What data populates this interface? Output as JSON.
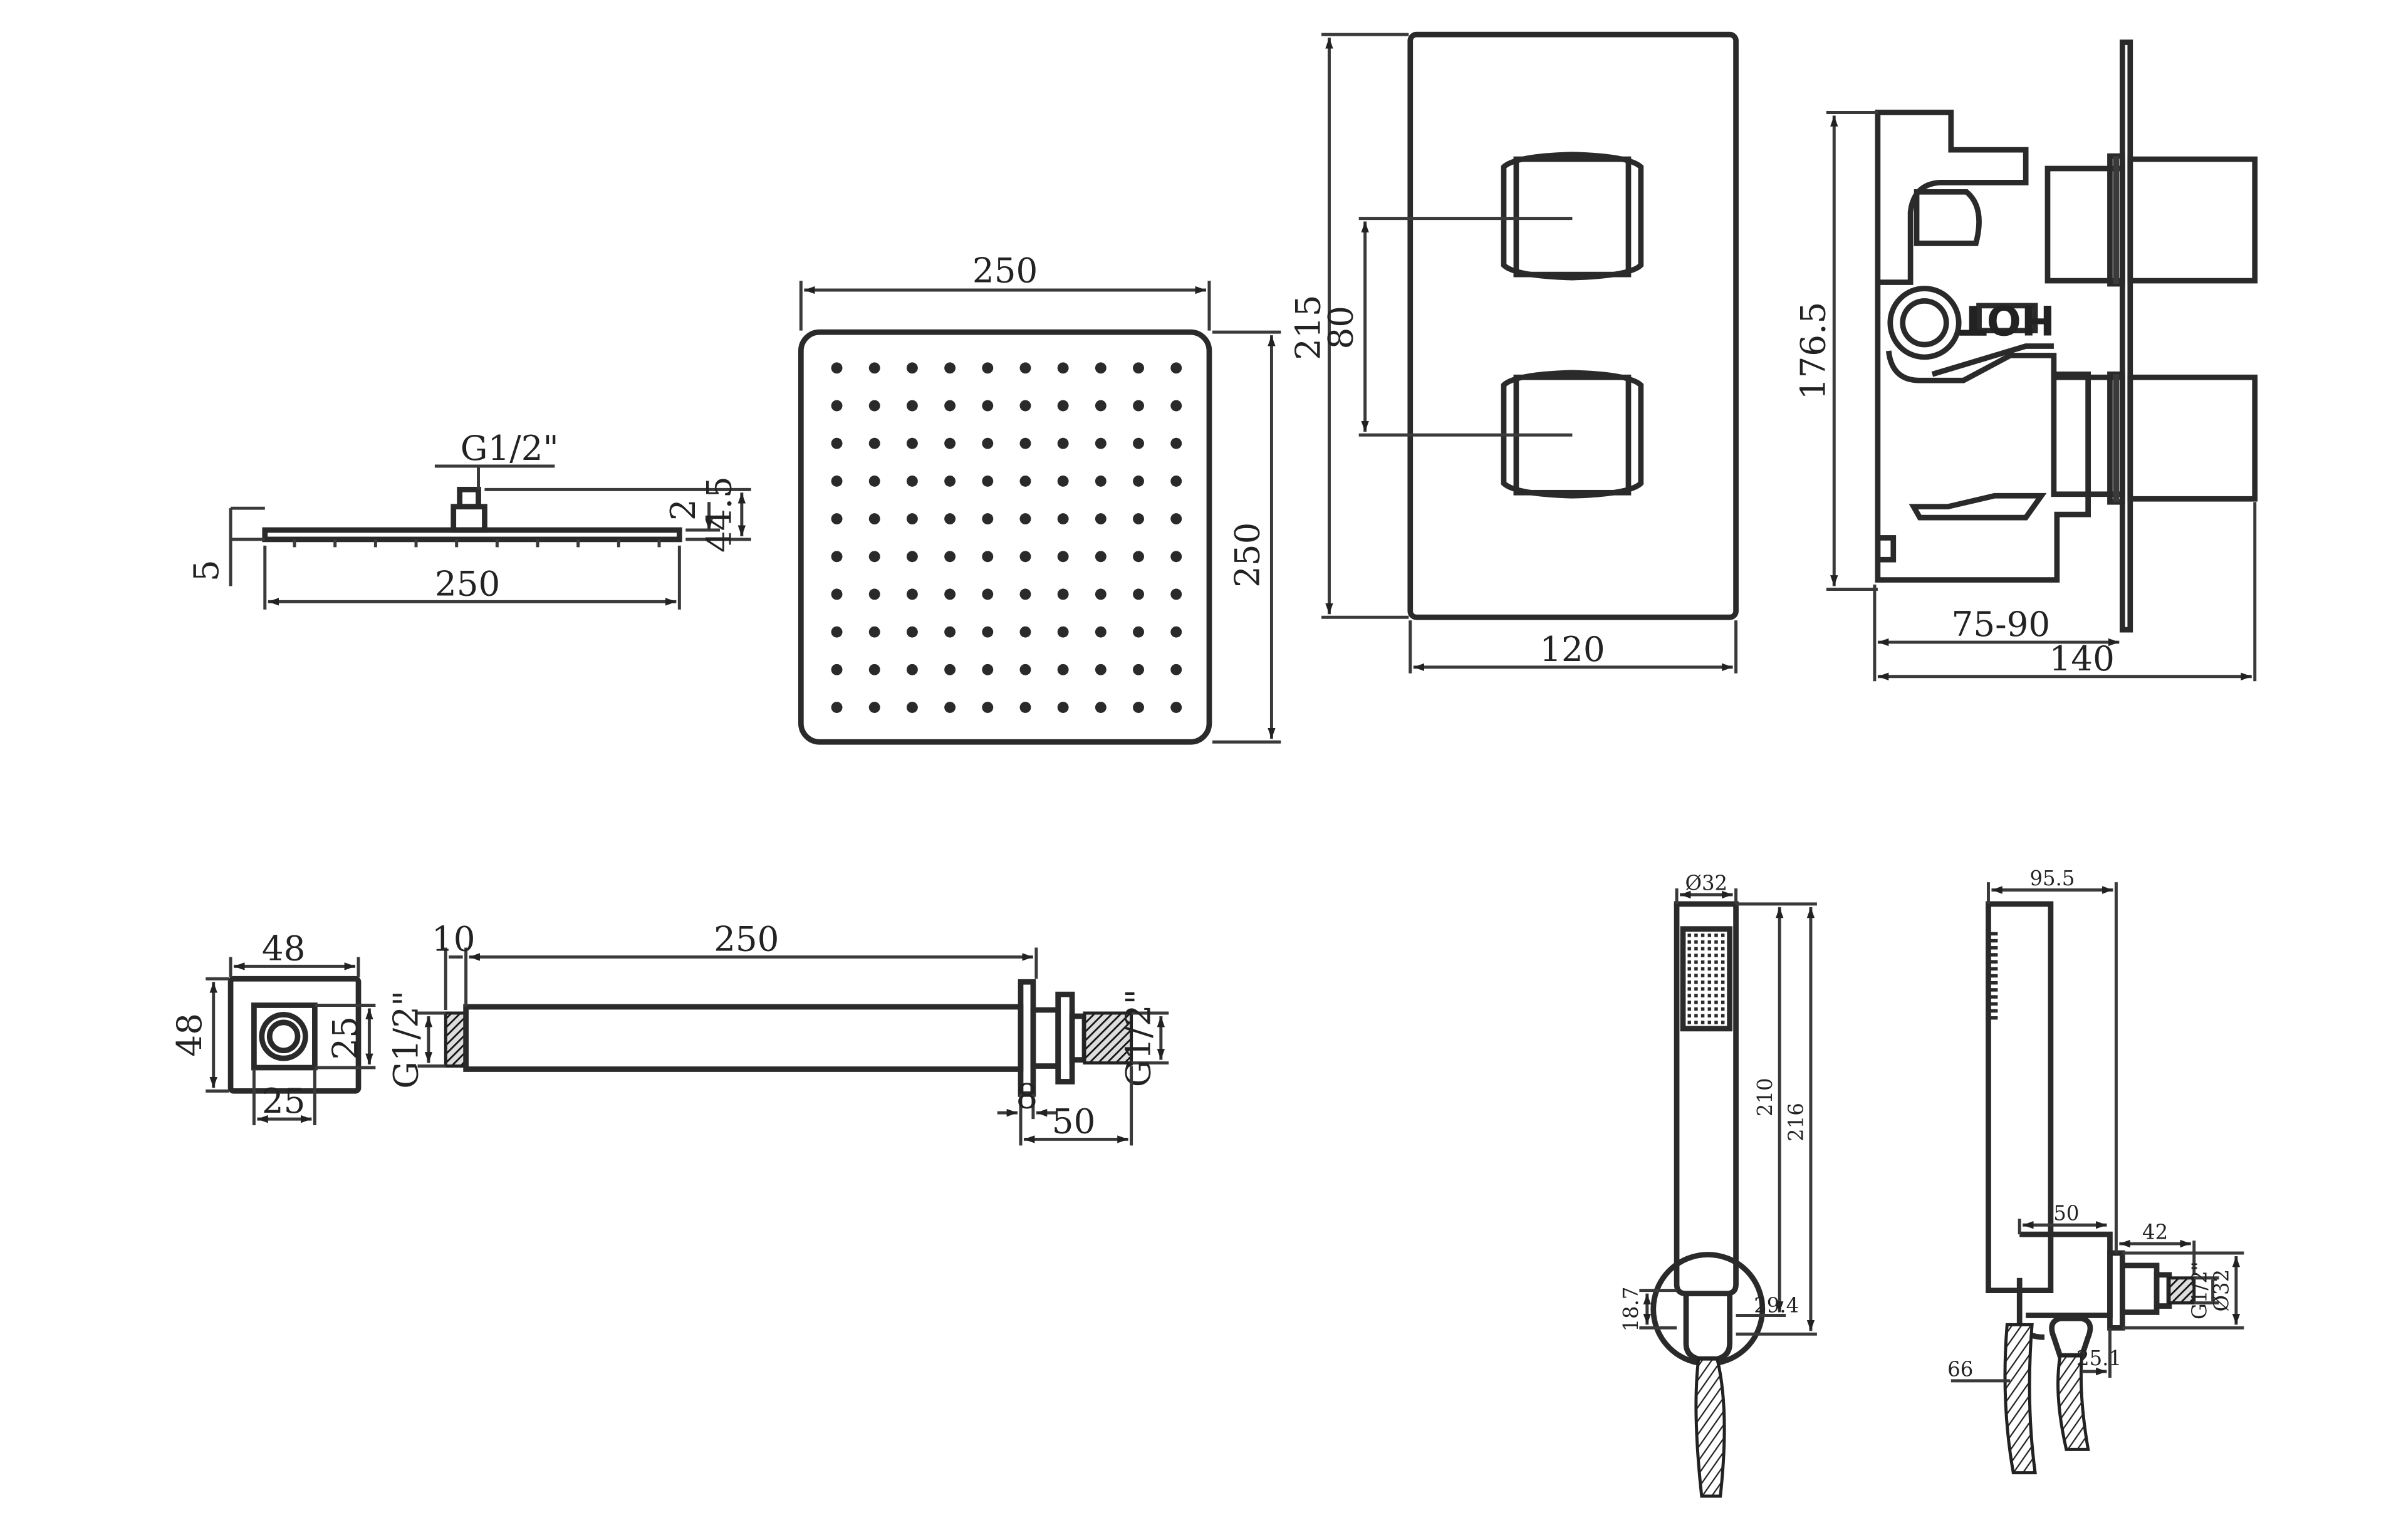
{
  "views": {
    "shower_head_side": {
      "thread": "G1/2\"",
      "width": "250",
      "thickness": "5",
      "offset": "2",
      "height": "44.5"
    },
    "shower_head_top": {
      "width": "250",
      "height": "250",
      "nozzles": {
        "rows": 10,
        "cols": 10
      }
    },
    "valve_front": {
      "height": "215",
      "spacing": "80",
      "width": "120"
    },
    "valve_side": {
      "label": "HOT",
      "height": "176.5",
      "depth_range": "75-90",
      "depth": "140"
    },
    "arm_flange": {
      "width": "48",
      "height": "48",
      "inner_h": "25",
      "inner_w": "25"
    },
    "arm_side": {
      "flange": "10",
      "length": "250",
      "thread_left": "G1/2\"",
      "thread_right": "G1/2\"",
      "nut": "8",
      "tail": "50"
    },
    "handset_front": {
      "diameter": "Ø32",
      "length": "210",
      "total": "216",
      "bracket_offset": "18.7",
      "bracket": "29.4"
    },
    "handset_side": {
      "depth": "95.5",
      "outlet": "50",
      "outlet_len": "42",
      "thread": "G1/2\"",
      "body_dia": "Ø32",
      "bottom_left": "66",
      "bottom_right": "25.1"
    }
  }
}
